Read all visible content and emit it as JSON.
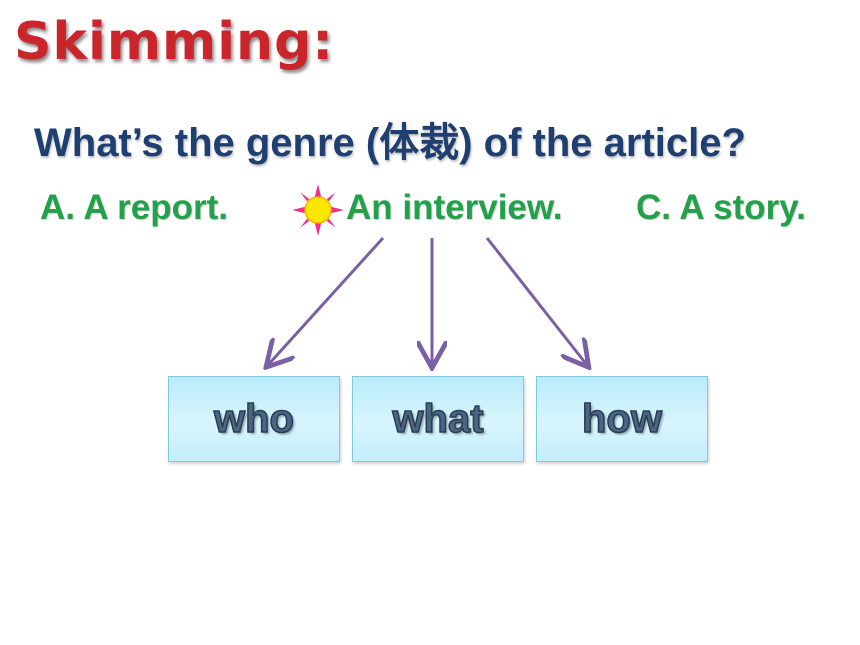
{
  "slide": {
    "title": "Skimming:",
    "question": "What’s the genre (体裁) of the article?",
    "options": [
      {
        "label": "A. A report."
      },
      {
        "label": "An interview."
      },
      {
        "label": "C. A story."
      }
    ],
    "marker_icon": "sun-icon",
    "boxes": [
      {
        "label": "who"
      },
      {
        "label": "what"
      },
      {
        "label": "how"
      }
    ]
  },
  "colors": {
    "title": "#c9252b",
    "question": "#1f3f70",
    "options": "#22a04a",
    "arrows": "#7a5fa6",
    "box_fill": "#c8f0fc",
    "box_text": "#4b6684",
    "sun_rays": "#ef2f89",
    "sun_core": "#ffe600"
  }
}
